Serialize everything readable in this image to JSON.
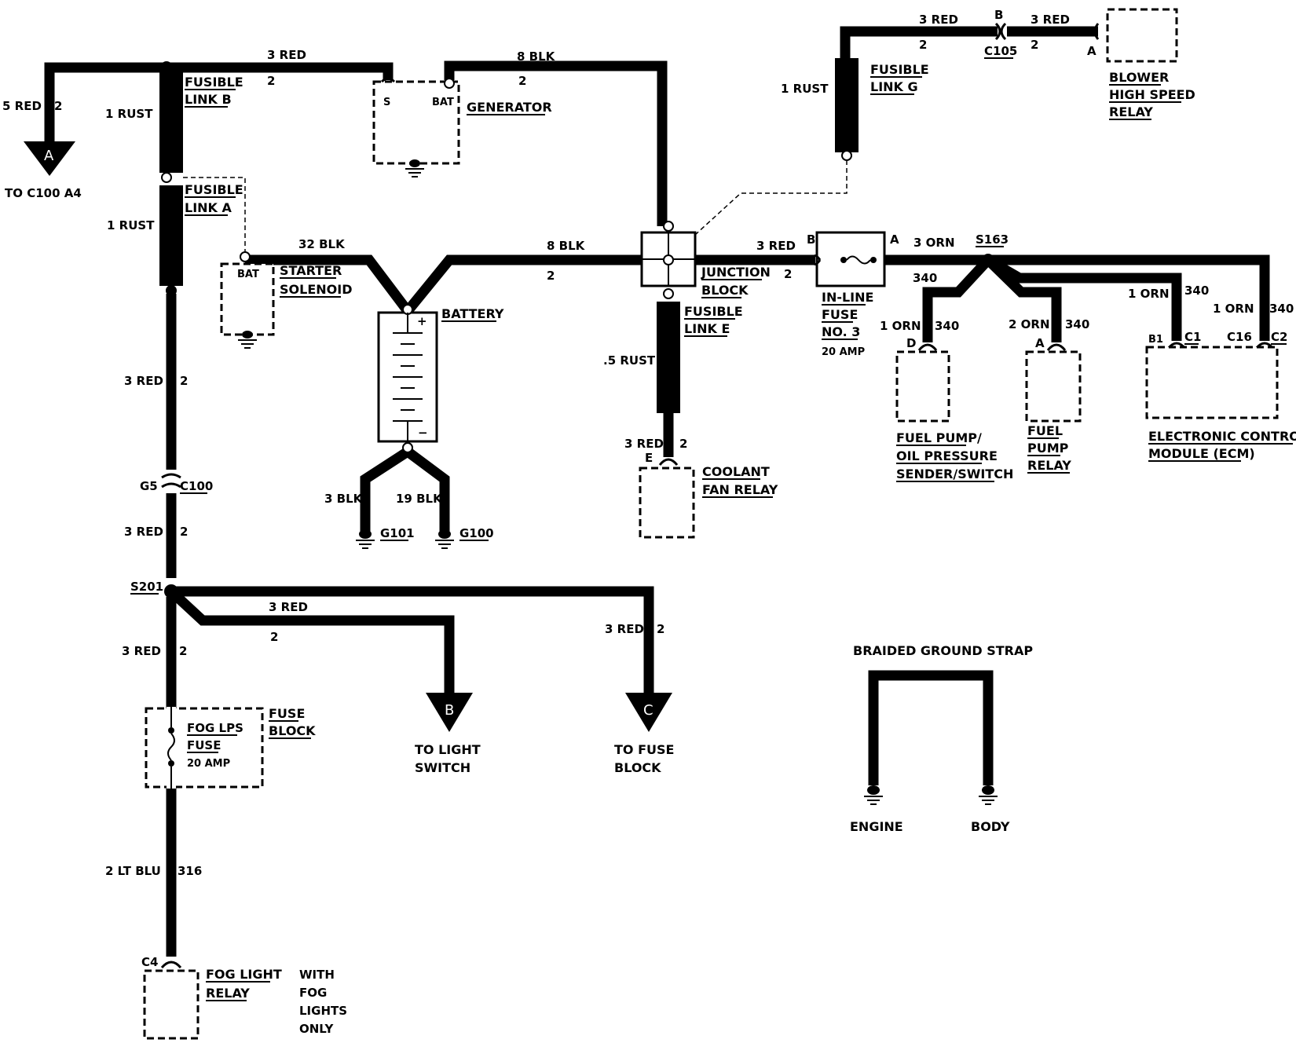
{
  "labels": {
    "w_5red": "5 RED",
    "w_5red_n": "2",
    "to_c100_a4": "TO C100 A4",
    "fl_b_rust": "1 RUST",
    "fl_b_1": "FUSIBLE",
    "fl_b_2": "LINK B",
    "fl_a_rust": "1 RUST",
    "fl_a_1": "FUSIBLE",
    "fl_a_2": "LINK A",
    "w_gen_s": "3 RED",
    "w_gen_s_n": "2",
    "w_gen_bat": "8 BLK",
    "w_gen_bat_n": "2",
    "gen_s": "S",
    "gen_bat": "BAT",
    "generator": "GENERATOR",
    "w_sol": "32 BLK",
    "sol_bat": "BAT",
    "starter_1": "STARTER",
    "starter_2": "SOLENOID",
    "w_junc": "8 BLK",
    "w_junc_n": "2",
    "battery": "BATTERY",
    "bat_plus": "+",
    "bat_minus": "−",
    "w_g101": "3 BLK",
    "w_g100": "19 BLK",
    "g101": "G101",
    "g100": "G100",
    "w_main1": "3 RED",
    "w_main1_n": "2",
    "c100_pin": "G5",
    "c100": "C100",
    "w_main2": "3 RED",
    "w_main2_n": "2",
    "s201": "S201",
    "w_fusebus": "3 RED",
    "w_fusebus_n": "2",
    "w_light": "3 RED",
    "w_light_n": "2",
    "w_fog": "3 RED",
    "w_fog_n": "2",
    "conn_b": "B",
    "to_light_1": "TO LIGHT",
    "to_light_2": "SWITCH",
    "conn_c": "C",
    "to_fuse_1": "TO FUSE",
    "to_fuse_2": "BLOCK",
    "fuse_block_1": "FUSE",
    "fuse_block_2": "BLOCK",
    "fog_fuse_1": "FOG LPS",
    "fog_fuse_2": "FUSE",
    "fog_fuse_amp": "20 AMP",
    "w_fogrelay": "2 LT BLU",
    "w_fogrelay_n": "316",
    "c4": "C4",
    "fog_relay_1": "FOG LIGHT",
    "fog_relay_2": "RELAY",
    "note_1": "WITH",
    "note_2": "FOG",
    "note_3": "LIGHTS",
    "note_4": "ONLY",
    "w_g_rust": "1 RUST",
    "fl_g_1": "FUSIBLE",
    "fl_g_2": "LINK G",
    "w_blower_a": "3 RED",
    "w_blower_a_n": "2",
    "c105_pin": "B",
    "c105": "C105",
    "w_blower_b": "3 RED",
    "w_blower_b_n": "2",
    "blower_pin": "A",
    "blower_1": "BLOWER",
    "blower_2": "HIGH SPEED",
    "blower_3": "RELAY",
    "junc_1": "JUNCTION",
    "junc_2": "BLOCK",
    "w_inline": "3 RED",
    "w_inline_n": "2",
    "fuse_b": "B",
    "fuse_a": "A",
    "inline_1": "IN-LINE",
    "inline_2": "FUSE",
    "inline_3": "NO. 3",
    "inline_amp": "20 AMP",
    "w_s163": "3 ORN",
    "s163": "S163",
    "fl_e_1": "FUSIBLE",
    "fl_e_2": "LINK E",
    "w_e_rust": ".5 RUST",
    "w_cool": "3 RED",
    "w_cool_n": "2",
    "cool_pin": "E",
    "coolant_1": "COOLANT",
    "coolant_2": "FAN RELAY",
    "w_fp_num_a": "340",
    "w_fp": "1 ORN",
    "w_fp_n": "340",
    "fp_pin": "D",
    "fuelpump_1": "FUEL PUMP/",
    "fuelpump_2": "OIL PRESSURE",
    "fuelpump_3": "SENDER/SWITCH",
    "w_fpr": "2 ORN",
    "w_fpr_n": "340",
    "fpr_pin": "A",
    "fpr_1": "FUEL",
    "fpr_2": "PUMP",
    "fpr_3": "RELAY",
    "w_ecm1": "1 ORN",
    "w_ecm1_n": "340",
    "ecm_b1": "B1",
    "ecm_c1": "C1",
    "w_ecm2": "1 ORN",
    "w_ecm2_n": "340",
    "ecm_c16": "C16",
    "ecm_c2": "C2",
    "ecm_1": "ELECTRONIC CONTROL",
    "ecm_2": "MODULE (ECM)",
    "strap": "BRAIDED GROUND STRAP",
    "engine": "ENGINE",
    "body": "BODY"
  }
}
